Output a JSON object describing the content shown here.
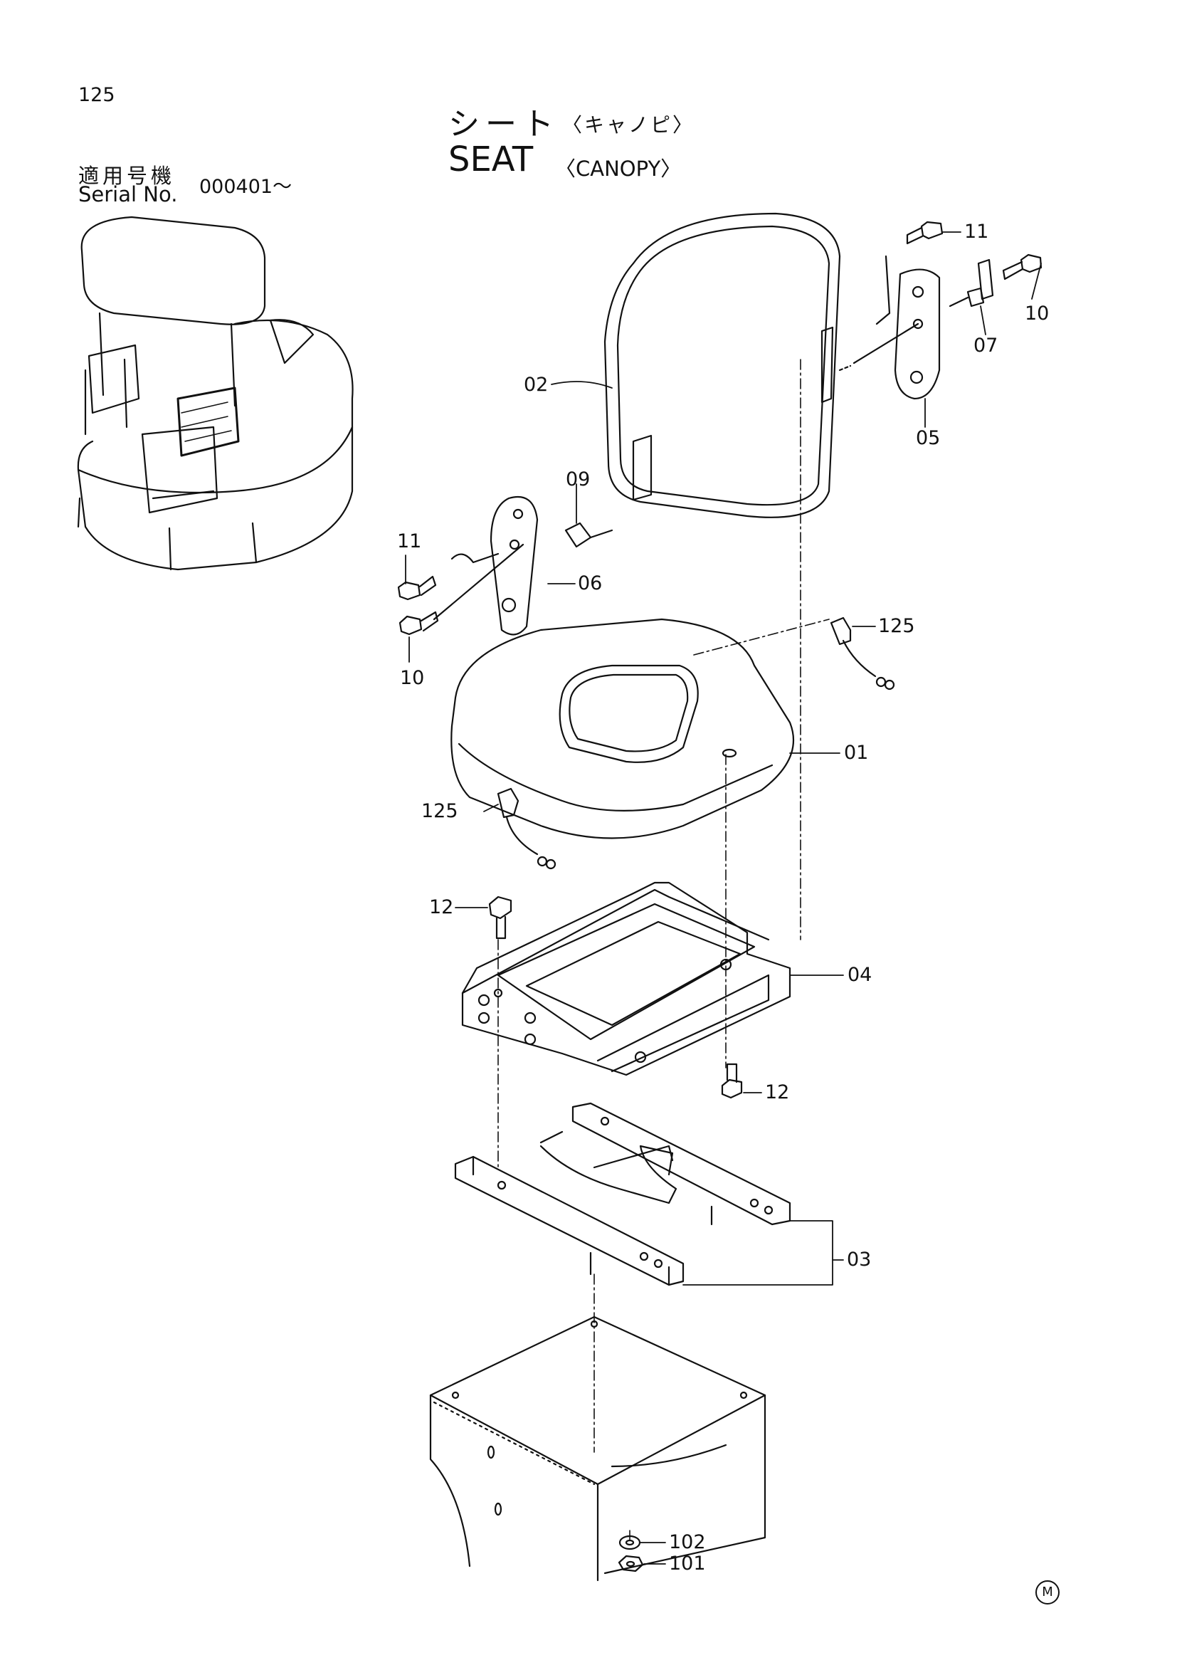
{
  "page_number": "125",
  "title": {
    "jp": "シート",
    "jp_sub": "〈キャノピ〉",
    "en": "SEAT",
    "en_sub": "〈CANOPY〉"
  },
  "serial": {
    "label_jp": "適用号機",
    "label_en": "Serial No.",
    "range": "000401～"
  },
  "parts": {
    "p01": "01",
    "p02": "02",
    "p03": "03",
    "p04": "04",
    "p05": "05",
    "p06": "06",
    "p07": "07",
    "p09": "09",
    "p10a": "10",
    "p10b": "10",
    "p11a": "11",
    "p11b": "11",
    "p12a": "12",
    "p12b": "12",
    "p101": "101",
    "p102": "102",
    "p125a": "125",
    "p125b": "125"
  },
  "mark": "M"
}
